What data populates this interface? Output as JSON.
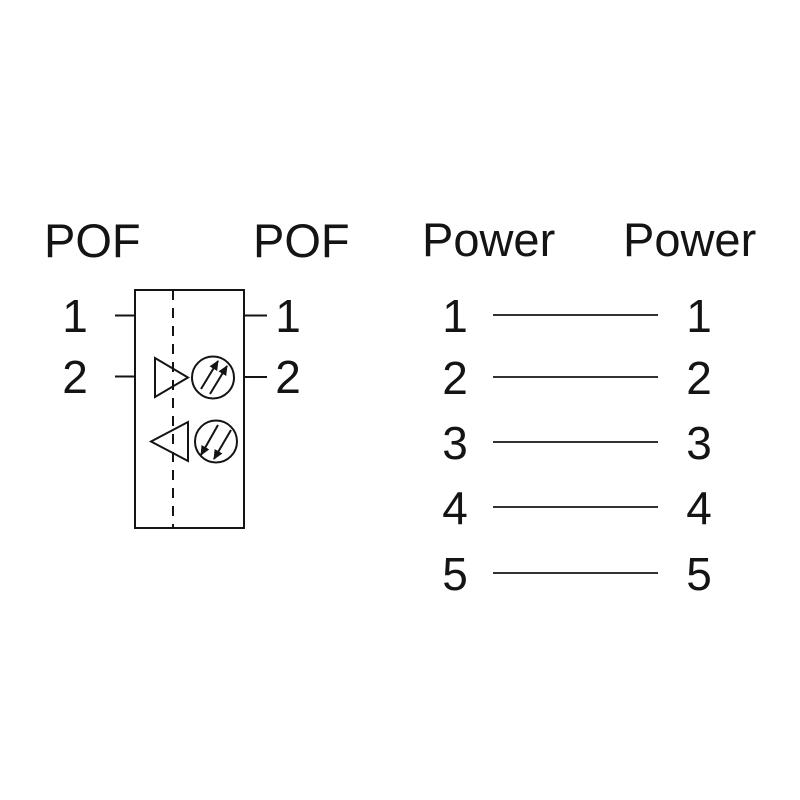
{
  "pof_section": {
    "title_left": "POF",
    "title_right": "POF",
    "pins_left": [
      "1",
      "2"
    ],
    "pins_right": [
      "1",
      "2"
    ],
    "icons": {
      "transmitter": "optical-transmitter-icon",
      "receiver": "optical-receiver-icon"
    }
  },
  "power_section": {
    "title_left": "Power",
    "title_right": "Power",
    "pins_left": [
      "1",
      "2",
      "3",
      "4",
      "5"
    ],
    "pins_right": [
      "1",
      "2",
      "3",
      "4",
      "5"
    ]
  },
  "colors": {
    "ink": "#141414",
    "background": "#ffffff"
  }
}
